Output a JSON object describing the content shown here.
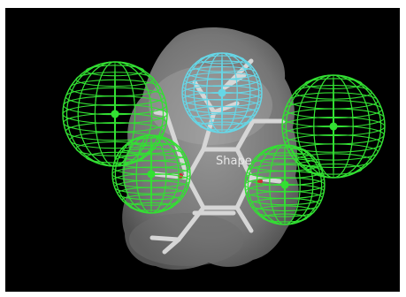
{
  "viewer": {
    "background_color": "#000000",
    "shape_label": "Shape",
    "shape_surface_color": "#8a8a8a",
    "molecule_bond_color": "#d6d6d6",
    "oxygen_color": "#d03030",
    "features": [
      {
        "name": "hydrophobic-sphere",
        "color": "#66d6e6"
      },
      {
        "name": "acceptor-sphere-left-outer",
        "color": "#33e033"
      },
      {
        "name": "acceptor-sphere-left-inner",
        "color": "#33e033"
      },
      {
        "name": "acceptor-sphere-right-outer",
        "color": "#33e033"
      },
      {
        "name": "acceptor-sphere-right-inner",
        "color": "#33e033"
      }
    ]
  }
}
